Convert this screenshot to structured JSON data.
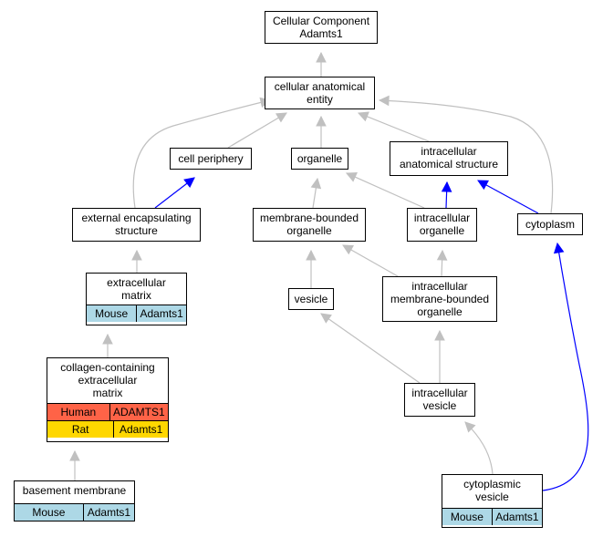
{
  "colors": {
    "mouse": "#add8e6",
    "human": "#ff6347",
    "rat": "#ffd700",
    "is_a_edge": "#c0c0c0",
    "part_of_edge": "#0000ff"
  },
  "nodes": {
    "root": {
      "label": "Cellular Component\nAdamts1"
    },
    "cae": {
      "label": "cellular anatomical\nentity"
    },
    "periph": {
      "label": "cell periphery"
    },
    "organelle": {
      "label": "organelle"
    },
    "ias": {
      "label": "intracellular\nanatomical structure"
    },
    "ees": {
      "label": "external encapsulating\nstructure"
    },
    "mbo": {
      "label": "membrane-bounded\norganelle"
    },
    "io": {
      "label": "intracellular\norganelle"
    },
    "cyto": {
      "label": "cytoplasm"
    },
    "ecm": {
      "label": "extracellular\nmatrix",
      "annotations": [
        {
          "species": "Mouse",
          "gene": "Adamts1"
        }
      ]
    },
    "vesicle": {
      "label": "vesicle"
    },
    "imbo": {
      "label": "intracellular\nmembrane-bounded\norganelle"
    },
    "ccecm": {
      "label": "collagen-containing\nextracellular\nmatrix",
      "annotations": [
        {
          "species": "Human",
          "gene": "ADAMTS1"
        },
        {
          "species": "Rat",
          "gene": "Adamts1"
        }
      ]
    },
    "iv": {
      "label": "intracellular\nvesicle"
    },
    "bm": {
      "label": "basement membrane",
      "annotations": [
        {
          "species": "Mouse",
          "gene": "Adamts1"
        }
      ]
    },
    "cv": {
      "label": "cytoplasmic\nvesicle",
      "annotations": [
        {
          "species": "Mouse",
          "gene": "Adamts1"
        }
      ]
    }
  },
  "edges": [
    {
      "from": "cae",
      "to": "root",
      "type": "is_a"
    },
    {
      "from": "periph",
      "to": "cae",
      "type": "is_a"
    },
    {
      "from": "organelle",
      "to": "cae",
      "type": "is_a"
    },
    {
      "from": "ias",
      "to": "cae",
      "type": "is_a"
    },
    {
      "from": "ees",
      "to": "cae",
      "type": "is_a"
    },
    {
      "from": "cyto",
      "to": "cae",
      "type": "is_a"
    },
    {
      "from": "ees",
      "to": "periph",
      "type": "part_of"
    },
    {
      "from": "mbo",
      "to": "organelle",
      "type": "is_a"
    },
    {
      "from": "io",
      "to": "organelle",
      "type": "is_a"
    },
    {
      "from": "io",
      "to": "ias",
      "type": "part_of"
    },
    {
      "from": "cyto",
      "to": "ias",
      "type": "part_of"
    },
    {
      "from": "ecm",
      "to": "ees",
      "type": "is_a"
    },
    {
      "from": "vesicle",
      "to": "mbo",
      "type": "is_a"
    },
    {
      "from": "imbo",
      "to": "mbo",
      "type": "is_a"
    },
    {
      "from": "imbo",
      "to": "io",
      "type": "is_a"
    },
    {
      "from": "ccecm",
      "to": "ecm",
      "type": "is_a"
    },
    {
      "from": "iv",
      "to": "vesicle",
      "type": "is_a"
    },
    {
      "from": "iv",
      "to": "imbo",
      "type": "is_a"
    },
    {
      "from": "bm",
      "to": "ccecm",
      "type": "is_a"
    },
    {
      "from": "cv",
      "to": "iv",
      "type": "is_a"
    },
    {
      "from": "cv",
      "to": "cyto",
      "type": "part_of"
    }
  ]
}
